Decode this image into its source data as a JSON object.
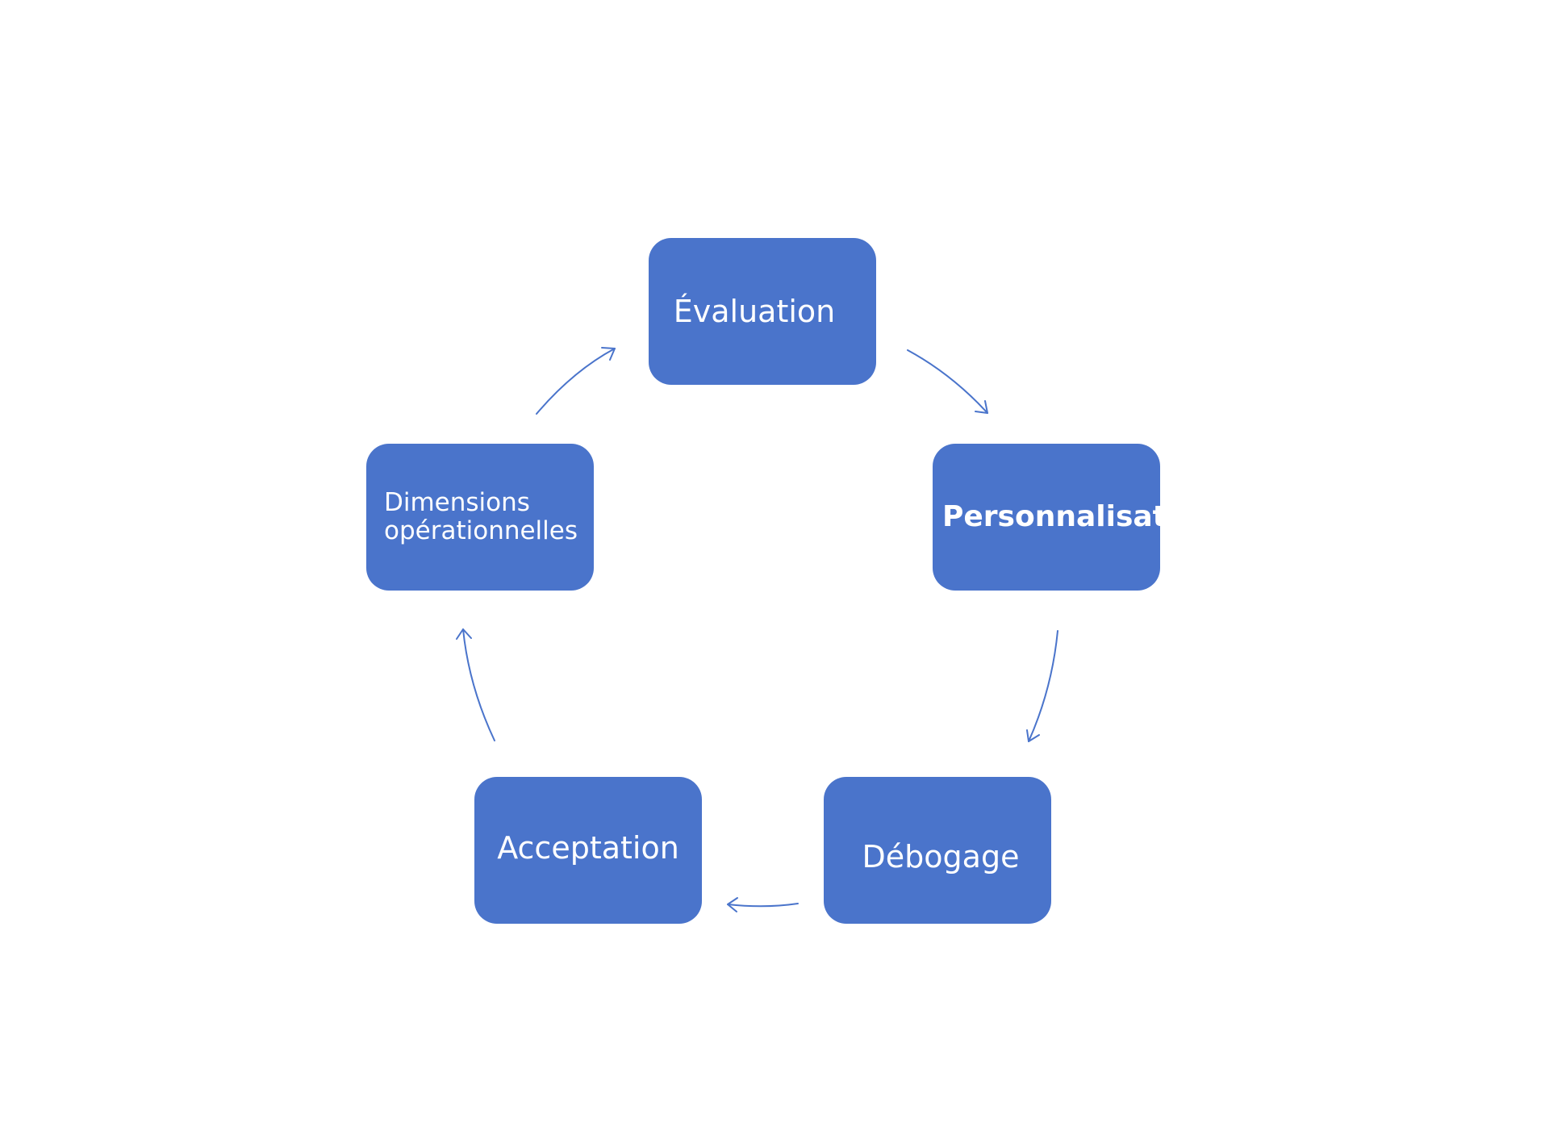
{
  "diagram": {
    "colors": {
      "node_fill": "#4a74cb",
      "node_text": "#ffffff",
      "arrow": "#4a74cb",
      "background": "#ffffff"
    },
    "nodes": [
      {
        "id": "evaluation",
        "label": "Évaluation"
      },
      {
        "id": "personnalisation",
        "label": "Personnalisation"
      },
      {
        "id": "debogage",
        "label": "Débogage"
      },
      {
        "id": "acceptation",
        "label": "Acceptation"
      },
      {
        "id": "dimensions",
        "label": "Dimensions\nopérationnelles"
      }
    ],
    "edges": [
      {
        "from": "evaluation",
        "to": "personnalisation"
      },
      {
        "from": "personnalisation",
        "to": "debogage"
      },
      {
        "from": "debogage",
        "to": "acceptation"
      },
      {
        "from": "acceptation",
        "to": "dimensions"
      },
      {
        "from": "dimensions",
        "to": "evaluation"
      }
    ]
  }
}
